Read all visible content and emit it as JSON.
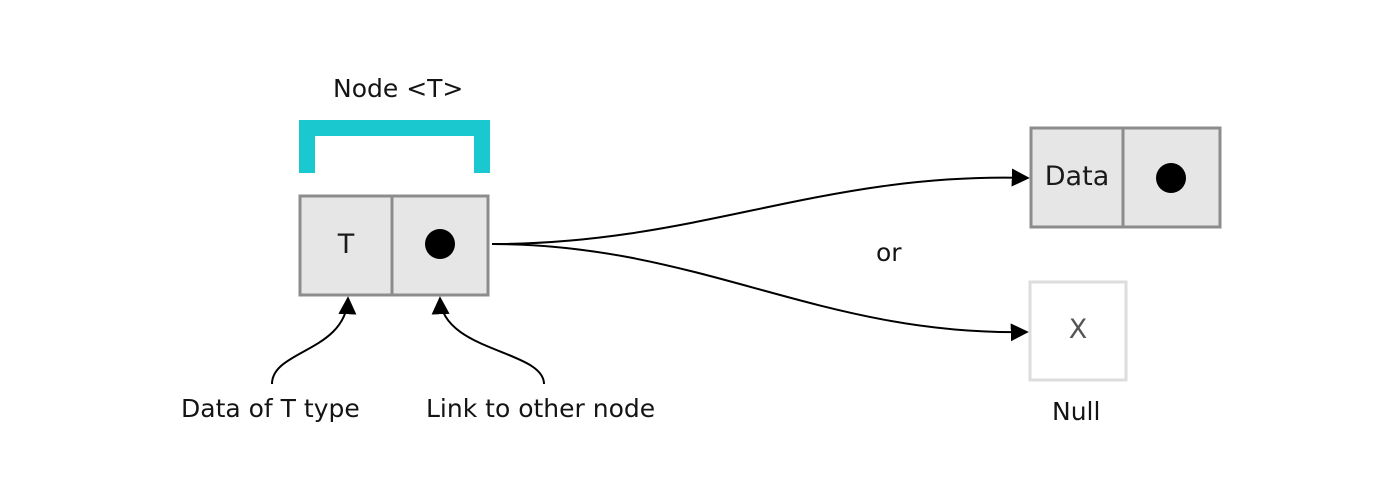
{
  "diagram": {
    "title": "Node <T>",
    "node": {
      "data_label": "T",
      "link_glyph": "filled-dot"
    },
    "target_node": {
      "data_label": "Data",
      "link_glyph": "filled-dot"
    },
    "null_node": {
      "mark": "X",
      "label": "Null"
    },
    "or_label": "or",
    "annotations": {
      "data": "Data of T type",
      "link": "Link to other node"
    },
    "colors": {
      "bracket": "#1ac8d0",
      "cell_fill": "#e6e6e6",
      "cell_border": "#8c8c8c",
      "null_border": "#dddddd",
      "ink": "#000000"
    }
  }
}
